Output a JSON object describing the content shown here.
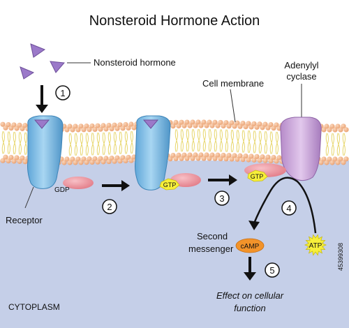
{
  "title": "Nonsteroid Hormone Action",
  "labels": {
    "hormone": "Nonsteroid hormone",
    "membrane": "Cell membrane",
    "enzyme_line1": "Adenylyl",
    "enzyme_line2": "cyclase",
    "receptor": "Receptor",
    "second_line1": "Second",
    "second_line2": "messenger",
    "effect_line1": "Effect on cellular",
    "effect_line2": "function",
    "cytoplasm": "CYTOPLASM"
  },
  "molecules": {
    "gdp": "GDP",
    "gtp_a": "GTP",
    "gtp_b": "GTP",
    "camp": "cAMP",
    "atp": "ATP"
  },
  "steps": [
    "1",
    "2",
    "3",
    "4",
    "5"
  ],
  "watermark": "45399308",
  "colors": {
    "cytoplasm": "#c5cfe8",
    "lipid_head": "#f0b488",
    "lipid_tail": "#e7d66c",
    "receptor": "#86bfe6",
    "hormone": "#9b79c9",
    "gprotein": "#ec8f98",
    "adenylyl": "#c9a4d8",
    "gtp": "#f7ef3a",
    "camp": "#f2932a"
  }
}
